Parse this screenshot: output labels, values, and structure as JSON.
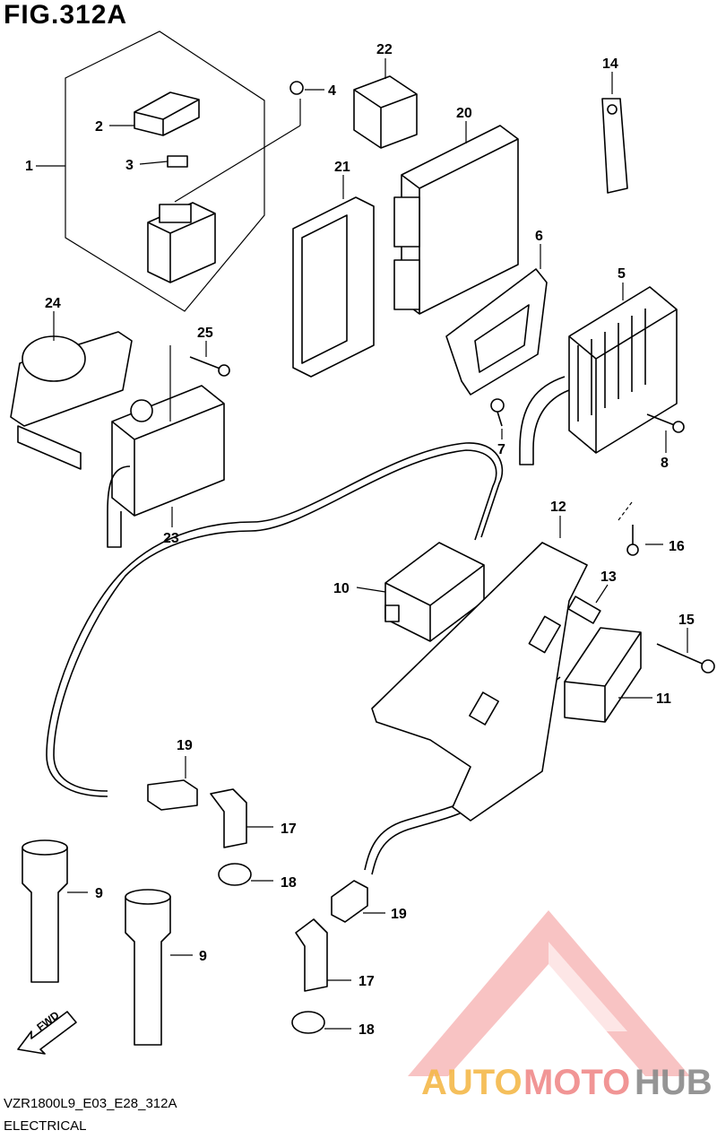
{
  "header": {
    "title": "FIG.312A"
  },
  "footer": {
    "code": "VZR1800L9_E03_E28_312A",
    "section": "ELECTRICAL"
  },
  "fwd_label": "FWD",
  "watermark": {
    "part1": "AUTO",
    "part2": "MOTO",
    "part3": "HUB",
    "colors": {
      "auto": "#f5b94a",
      "moto": "#f08a8a",
      "hub": "#8a8a8a",
      "logo": "#f07d7d"
    }
  },
  "callouts": {
    "c1": "1",
    "c2": "2",
    "c3": "3",
    "c4": "4",
    "c5": "5",
    "c6": "6",
    "c7": "7",
    "c8": "8",
    "c9a": "9",
    "c9b": "9",
    "c10": "10",
    "c11": "11",
    "c12": "12",
    "c13": "13",
    "c14": "14",
    "c15": "15",
    "c16": "16",
    "c17a": "17",
    "c17b": "17",
    "c18a": "18",
    "c18b": "18",
    "c19a": "19",
    "c19b": "19",
    "c20": "20",
    "c21": "21",
    "c22": "22",
    "c23": "23",
    "c24": "24",
    "c25": "25"
  }
}
